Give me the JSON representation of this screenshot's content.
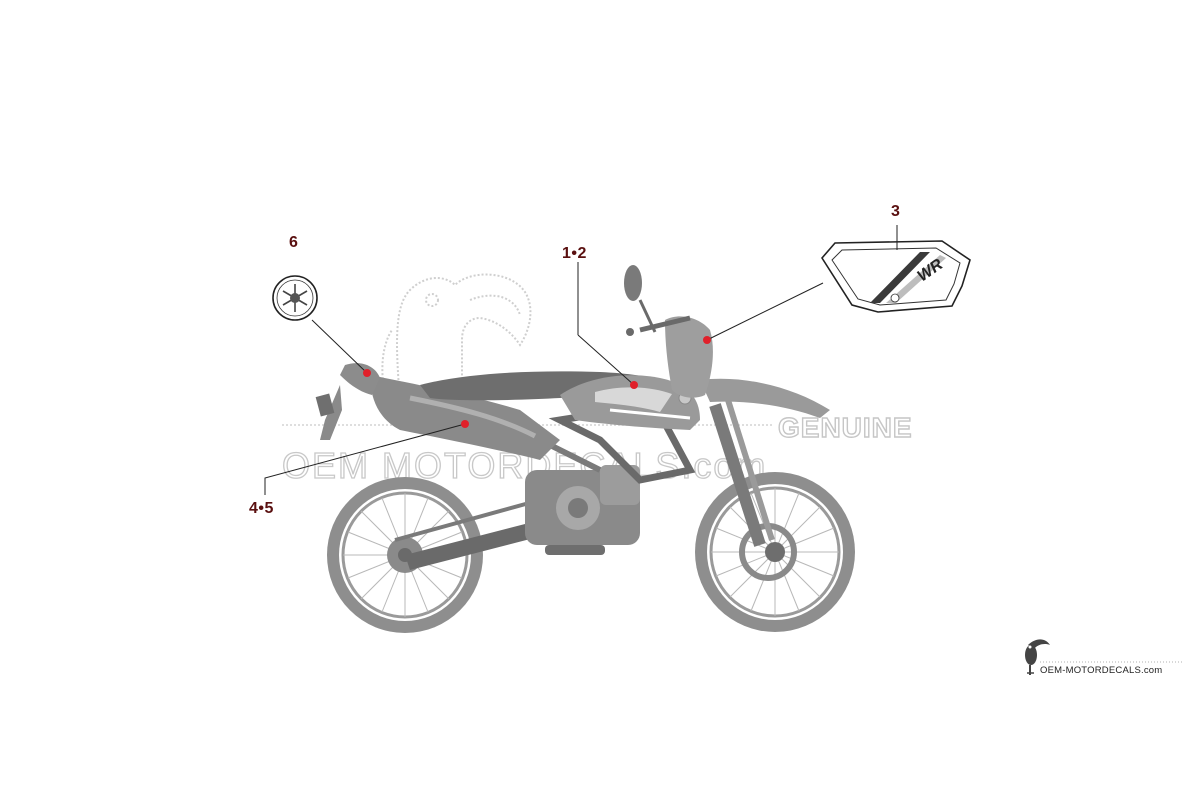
{
  "diagram": {
    "callouts": [
      {
        "id": "6",
        "label": "6"
      },
      {
        "id": "1-2",
        "label": "1•2"
      },
      {
        "id": "3",
        "label": "3"
      },
      {
        "id": "4-5",
        "label": "4•5"
      }
    ],
    "colors": {
      "callout_text": "#5a1010",
      "leader_line": "#222222",
      "marker_dot": "#e0202a",
      "bike_fill": "#9a9a9a",
      "bike_dark": "#6a6a6a",
      "watermark": "#c4c4c4"
    }
  },
  "watermark": {
    "genuine_label": "GENUINE",
    "site_label": "OEM MOTORDECALS.com"
  },
  "footer": {
    "brand_label": "OEM-MOTORDECALS.com",
    "logo_icon": "toucan-icon"
  },
  "decals": {
    "emblem_icon": "tuning-fork-emblem-icon",
    "panel_text": "WR"
  }
}
